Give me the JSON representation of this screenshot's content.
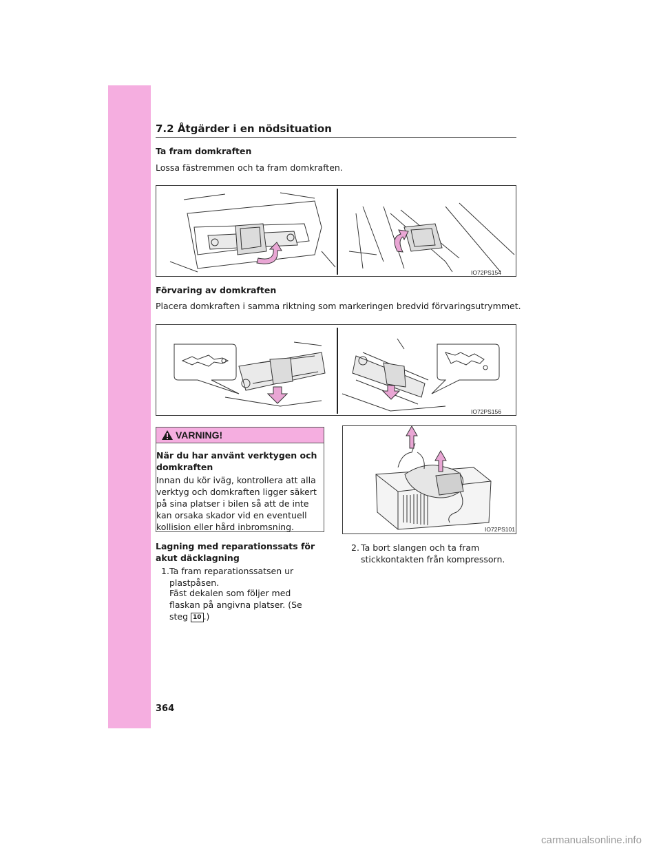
{
  "section": {
    "number": "7.2",
    "title": "Åtgärder i en nödsituation"
  },
  "jack_removal": {
    "heading": "Ta fram domkraften",
    "text": "Lossa fästremmen och ta fram domkraften.",
    "figure_code": "IO72PS154"
  },
  "jack_storage": {
    "heading": "Förvaring av domkraften",
    "text": "Placera domkraften i samma riktning som markeringen bredvid förvaringsutrymmet.",
    "figure_code": "IO72PS156"
  },
  "warning": {
    "label": "VARNING!",
    "heading": "När du har använt verktygen och domkraften",
    "text": "Innan du kör iväg, kontrollera att alla verktyg och domkraften ligger säkert på sina platser i bilen så att de inte kan orsaka skador vid en eventuell kollision eller hård inbromsning."
  },
  "repair_kit": {
    "heading": "Lagning med reparationssats för akut däcklagning",
    "step1_number": "1.",
    "step1_text": "Ta fram reparationssatsen ur plastpåsen.",
    "step1_note_pre": "Fäst dekalen som följer med flaskan på angivna platser. (Se steg",
    "step1_note_ref": "10",
    "step1_note_post": ".)",
    "step2_number": "2.",
    "step2_text": "Ta bort slangen och ta fram stickkontakten från kompressorn.",
    "figure_code": "IO72PS101"
  },
  "page_number": "364",
  "watermark": "carmanualsonline.info",
  "colors": {
    "accent": "#f5aee0",
    "arrow": "#e9a6d4"
  },
  "icons": {
    "warning": "warning-triangle-icon",
    "arrow_up": "arrow-up-icon",
    "arrow_down": "arrow-down-icon"
  }
}
